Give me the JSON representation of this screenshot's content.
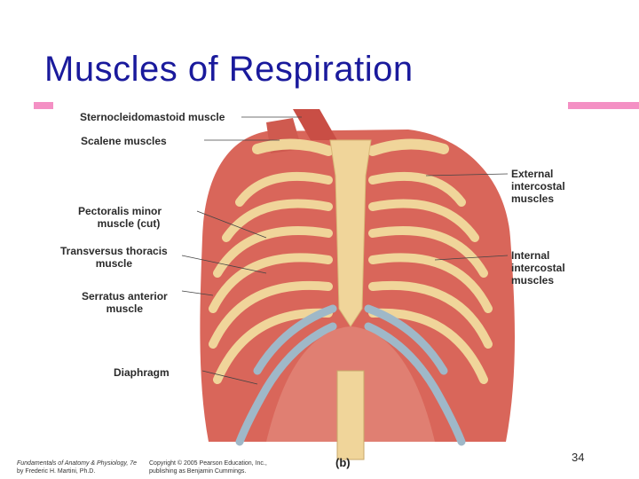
{
  "slide": {
    "title": "Muscles of Respiration",
    "number": "34",
    "accent_color": "#f490c4",
    "title_color": "#1a1a9c"
  },
  "figure": {
    "labels": {
      "sternocleidomastoid": "Sternocleidomastoid muscle",
      "scalene": "Scalene muscles",
      "pectoralis_line1": "Pectoralis minor",
      "pectoralis_line2": "muscle (cut)",
      "transversus_line1": "Transversus thoracis",
      "transversus_line2": "muscle",
      "serratus_line1": "Serratus anterior",
      "serratus_line2": "muscle",
      "diaphragm": "Diaphragm",
      "external_line1": "External",
      "external_line2": "intercostal",
      "external_line3": "muscles",
      "internal_line1": "Internal",
      "internal_line2": "intercostal",
      "internal_line3": "muscles"
    },
    "panel_letter": "(b)",
    "credit_left_line1": "Fundamentals of Anatomy & Physiology, 7e",
    "credit_left_line2": "by Frederic H. Martini, Ph.D.",
    "credit_right_line1": "Copyright © 2005 Pearson Education, Inc.,",
    "credit_right_line2": "publishing as Benjamin Cummings.",
    "colors": {
      "muscle": "#d9665a",
      "bone": "#f0d59a",
      "cartilage": "#9fb8c8"
    }
  }
}
